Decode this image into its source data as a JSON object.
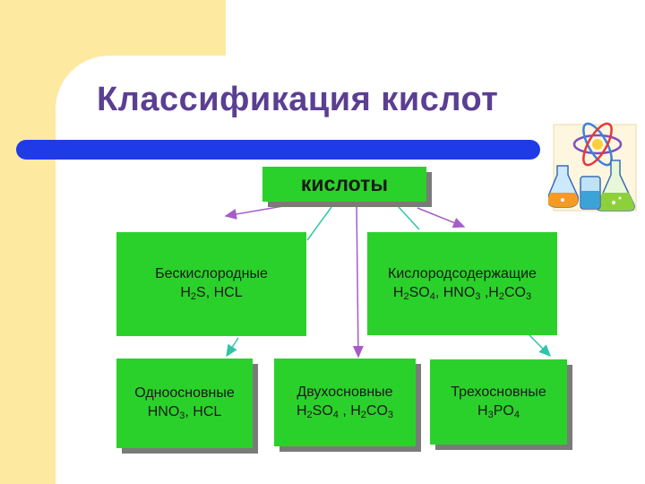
{
  "slide": {
    "title": "Классификация кислот"
  },
  "diagram": {
    "root": "кислоты",
    "anoxic": {
      "label": "Бескислородные",
      "examples": [
        "H2S, HCL"
      ]
    },
    "oxygenated": {
      "label": "Кислородсодержащие",
      "examples": [
        "H2SO4, HNO3 ,H2CO3"
      ]
    },
    "monobasic": {
      "label": "Одноосновные",
      "examples": [
        "HNO3, HCL"
      ]
    },
    "dibasic": {
      "label": "Двухосновные",
      "examples": [
        "H2SO4 , H2CO3"
      ]
    },
    "tribasic": {
      "label": "Трехосновные",
      "examples": [
        "H3PO4"
      ]
    }
  },
  "colors": {
    "background": "#fde9a0",
    "title": "#5b3f92",
    "title_bar": "#1f3be8",
    "box_fill": "#2bd12b",
    "arrow": "#a65cc8",
    "arrow_alt": "#33c4a8"
  },
  "decor": {
    "icon": "chemistry-flasks-atom-icon"
  }
}
